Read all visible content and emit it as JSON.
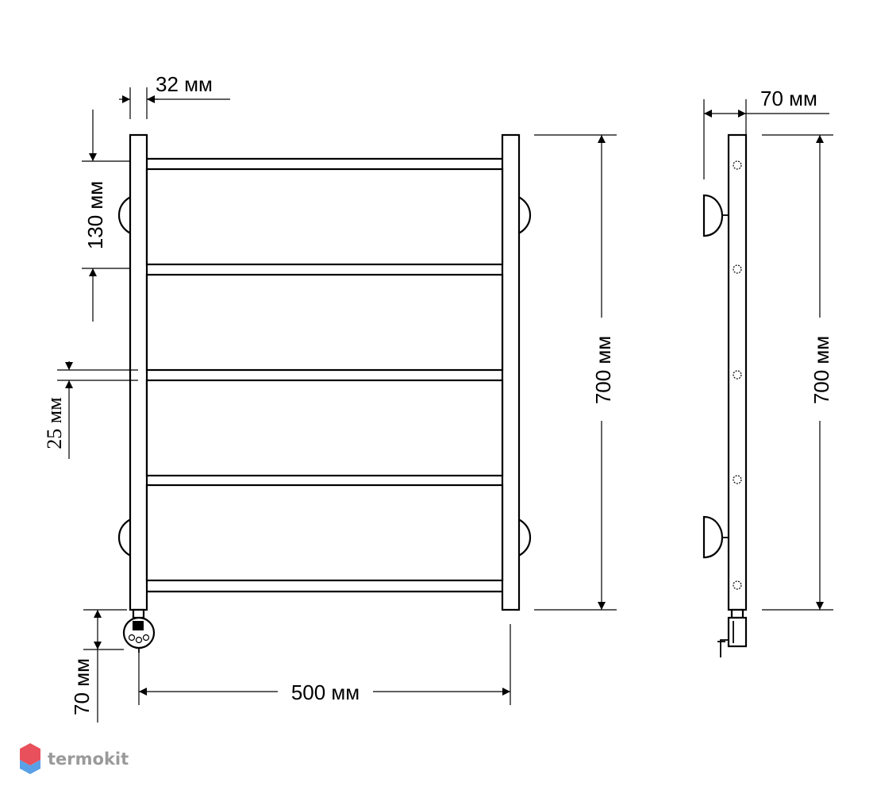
{
  "front_view": {
    "dim_tube_width": "32 мм",
    "dim_top_step": "130 мм",
    "dim_gap": "25 мм",
    "dim_height": "700 мм",
    "dim_width": "500 мм",
    "dim_heater": "70 мм"
  },
  "side_view": {
    "dim_depth": "70 мм",
    "dim_height": "700 мм"
  },
  "brand": {
    "name": "termokit",
    "logo_colors": [
      "#e8505b",
      "#5aa0e6"
    ]
  }
}
